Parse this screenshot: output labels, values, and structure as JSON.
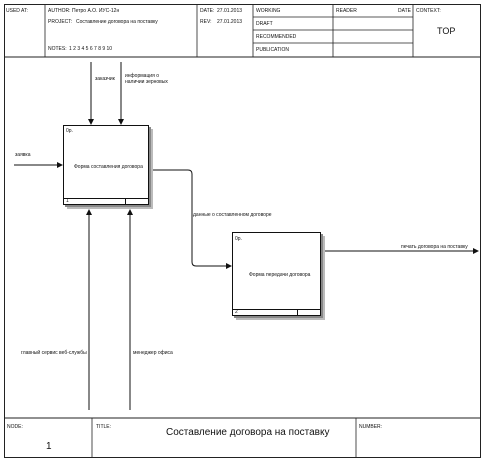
{
  "header": {
    "used_at": "USED AT:",
    "author_label": "AUTHOR:",
    "author": "Петро А.О. ИУС-12н",
    "project_label": "PROJECT:",
    "project": "Составление договора на поставку",
    "notes_label": "NOTES:",
    "notes": "1 2 3 4 5 6 7 8 9 10",
    "date_label": "DATE:",
    "date": "27.01.2013",
    "rev_label": "REV:",
    "rev": "27.01.2013",
    "status": [
      "WORKING",
      "DRAFT",
      "RECOMMENDED",
      "PUBLICATION"
    ],
    "reader_label": "READER",
    "reader_date_label": "DATE",
    "context_label": "CONTEXT:",
    "context_value": "TOP"
  },
  "diagram": {
    "boxes": [
      {
        "op": "0р.",
        "title": "Форма составления договора",
        "num": "1"
      },
      {
        "op": "0р.",
        "title": "Форма передачи договора",
        "num": "2"
      }
    ],
    "arrows": {
      "input_left": "заявка",
      "control_1": "заказчик",
      "control_2": "информация о наличии зерновых",
      "intermediate": "данные о составленном договоре",
      "output": "печать договора на поставку",
      "mechanism_1": "главный сервис веб-службы",
      "mechanism_2": "менеджер офиса"
    }
  },
  "footer": {
    "node_label": "NODE:",
    "node_value": "1",
    "title_label": "TITLE:",
    "title": "Составление договора на поставку",
    "number_label": "NUMBER:"
  }
}
